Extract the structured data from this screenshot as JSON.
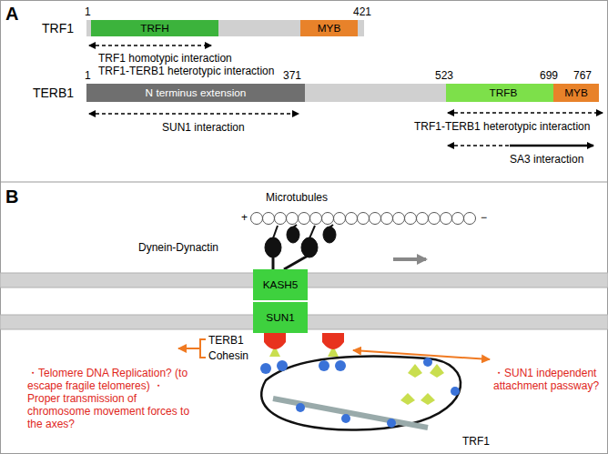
{
  "diagram": {
    "nodes": [
      {
        "text": [
          "TRF1"
        ]
      },
      {
        "text": [
          "TRFH"
        ],
        "in": 0
      },
      {
        "text": [
          "MYB"
        ],
        "in": 0
      },
      {
        "text": [
          "TERB1"
        ]
      },
      {
        "text": [
          "N terminus extension"
        ],
        "in": 3
      },
      {
        "text": [
          "TRFB"
        ],
        "in": 3
      },
      {
        "text": [
          "MYB"
        ],
        "in": 3
      },
      {
        "text": [
          "KASH5"
        ]
      },
      {
        "text": [
          "SUN1"
        ]
      }
    ],
    "labels": [
      "A",
      "1",
      "421",
      "TRF1 homotypic interaction",
      "TRF1-TERB1 heterotypic interaction",
      "1",
      "371",
      "523",
      "699",
      "767",
      "SUN1 interaction",
      "TRF1-TERB1 heterotypic interaction",
      "SA3 interaction",
      "B",
      "Microtubules",
      "+",
      "−",
      "Dynein-Dynactin",
      "TERB1",
      "Cohesin",
      "・Telomere DNA Replication? (to escape fragile telomeres) ・Proper transmission of chromosome movement forces to the axes?",
      "・SUN1 independent attachment passway?",
      "TRF1"
    ]
  }
}
